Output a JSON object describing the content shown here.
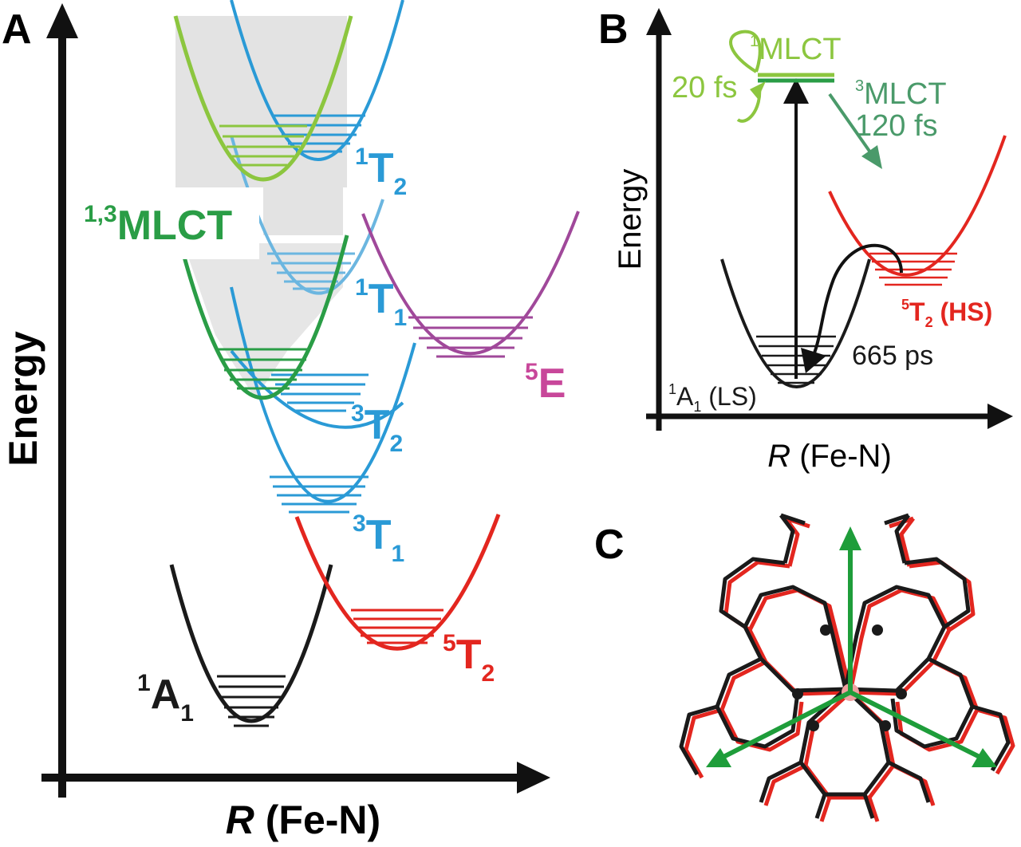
{
  "figure": {
    "panel_a": {
      "letter": "A",
      "y_axis_label": "Energy",
      "x_axis_label_italic": "R",
      "x_axis_label_rest": " (Fe-N)",
      "states": {
        "mlct": {
          "sup": "1,3",
          "main": "MLCT",
          "sub": ""
        },
        "t2_1": {
          "sup": "1",
          "main": "T",
          "sub": "2"
        },
        "t1_1": {
          "sup": "1",
          "main": "T",
          "sub": "1"
        },
        "e5": {
          "sup": "5",
          "main": "E",
          "sub": ""
        },
        "t2_3": {
          "sup": "3",
          "main": "T",
          "sub": "2"
        },
        "t1_3": {
          "sup": "3",
          "main": "T",
          "sub": "1"
        },
        "t2_5": {
          "sup": "5",
          "main": "T",
          "sub": "2"
        },
        "a1": {
          "sup": "1",
          "main": "A",
          "sub": "1"
        }
      }
    },
    "panel_b": {
      "letter": "B",
      "y_axis_label": "Energy",
      "x_axis_label_italic": "R",
      "x_axis_label_rest": " (Fe-N)",
      "mlct1": {
        "sup": "1",
        "main": "MLCT"
      },
      "mlct3": {
        "sup": "3",
        "main": "MLCT"
      },
      "time_20fs": "20 fs",
      "time_120fs": "120 fs",
      "time_665ps": "665 ps",
      "ls_state": {
        "sup": "1",
        "main": "A",
        "sub": "1",
        "rest": " (LS)"
      },
      "hs_state": {
        "sup": "5",
        "main": "T",
        "sub": "2",
        "rest": " (HS)"
      }
    },
    "panel_c": {
      "letter": "C"
    },
    "colors": {
      "black": "#1a1a1a",
      "blue": "#2a9ad6",
      "light_blue": "#6bb6e0",
      "light_green": "#8cc63f",
      "green": "#2a9d46",
      "teal_green": "#4a9a6a",
      "red": "#e3261f",
      "purple": "#a0489a",
      "magenta": "#c8479a",
      "shade": "#e3e3e3"
    }
  }
}
